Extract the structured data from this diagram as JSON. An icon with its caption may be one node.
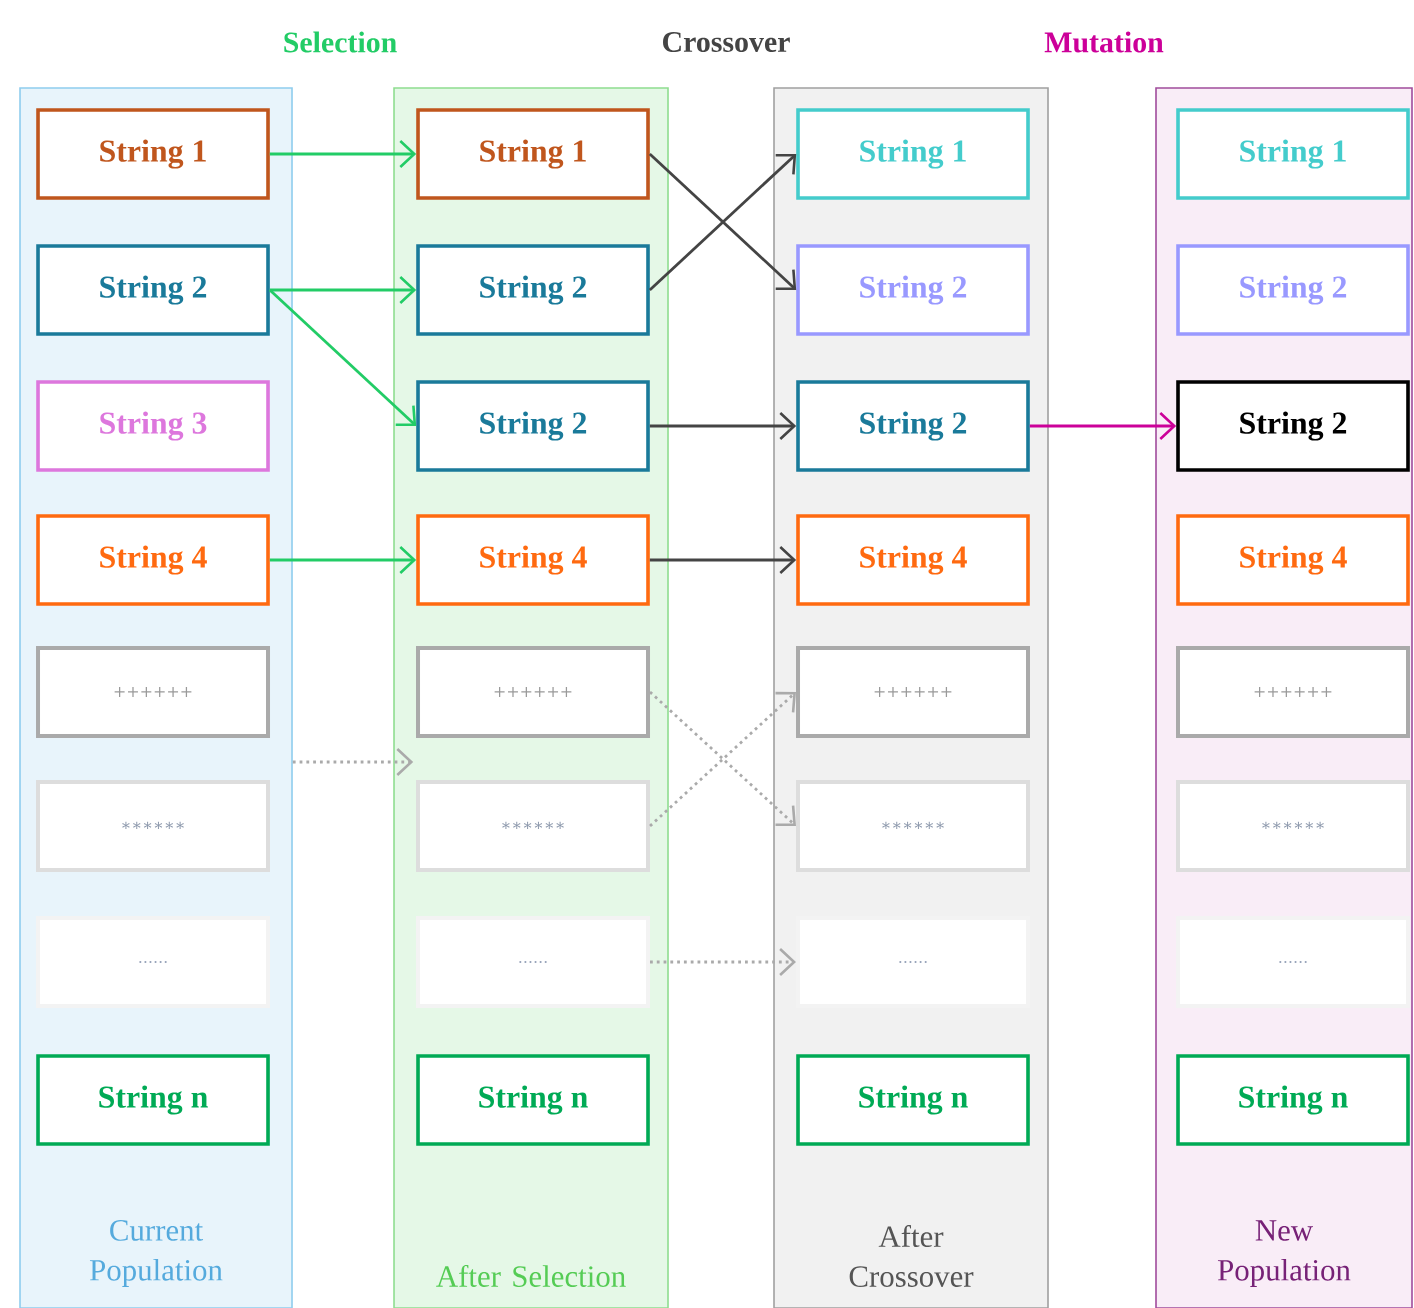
{
  "diagram": {
    "nodes": [
      {
        "text": [
          "Current Population"
        ]
      },
      {
        "text": [
          "String 1"
        ],
        "in": 0
      },
      {
        "text": [
          "String 2"
        ],
        "in": 0
      },
      {
        "text": [
          "String 3"
        ],
        "in": 0
      },
      {
        "text": [
          "String 4"
        ],
        "in": 0
      },
      {
        "text": [
          "++++++"
        ],
        "in": 0
      },
      {
        "text": [
          "∗∗∗∗∗∗"
        ],
        "in": 0
      },
      {
        "text": [
          "......"
        ],
        "in": 0
      },
      {
        "text": [
          "String n"
        ],
        "in": 0
      },
      {
        "text": [
          "After Selection"
        ]
      },
      {
        "text": [
          "String 1"
        ],
        "in": 9
      },
      {
        "text": [
          "String 2"
        ],
        "in": 9
      },
      {
        "text": [
          "String 2"
        ],
        "in": 9
      },
      {
        "text": [
          "String 4"
        ],
        "in": 9
      },
      {
        "text": [
          "++++++"
        ],
        "in": 9
      },
      {
        "text": [
          "∗∗∗∗∗∗"
        ],
        "in": 9
      },
      {
        "text": [
          "......"
        ],
        "in": 9
      },
      {
        "text": [
          "String n"
        ],
        "in": 9
      },
      {
        "text": [
          "After Crossover"
        ]
      },
      {
        "text": [
          "String 1"
        ],
        "in": 18
      },
      {
        "text": [
          "String 2"
        ],
        "in": 18
      },
      {
        "text": [
          "String 2"
        ],
        "in": 18
      },
      {
        "text": [
          "String 4"
        ],
        "in": 18
      },
      {
        "text": [
          "++++++"
        ],
        "in": 18
      },
      {
        "text": [
          "∗∗∗∗∗∗"
        ],
        "in": 18
      },
      {
        "text": [
          "......"
        ],
        "in": 18
      },
      {
        "text": [
          "String n"
        ],
        "in": 18
      },
      {
        "text": [
          "New Population"
        ]
      },
      {
        "text": [
          "String 1"
        ],
        "in": 27
      },
      {
        "text": [
          "String 2"
        ],
        "in": 27
      },
      {
        "text": [
          "String 2"
        ],
        "in": 27
      },
      {
        "text": [
          "String 4"
        ],
        "in": 27
      },
      {
        "text": [
          "++++++"
        ],
        "in": 27
      },
      {
        "text": [
          "∗∗∗∗∗∗"
        ],
        "in": 27
      },
      {
        "text": [
          "......"
        ],
        "in": 27
      },
      {
        "text": [
          "String n"
        ],
        "in": 27
      }
    ],
    "edges": [
      {
        "from": 1,
        "to": 10,
        "arrow": "to",
        "color": "#22cc66"
      },
      {
        "from": 2,
        "to": 11,
        "arrow": "to",
        "color": "#22cc66"
      },
      {
        "from": 2,
        "to": 12,
        "arrow": "to",
        "color": "#22cc66"
      },
      {
        "from": 4,
        "to": 13,
        "arrow": "to",
        "color": "#22cc66"
      },
      {
        "from": 0,
        "to": 9,
        "arrow": "to",
        "style": "dashed",
        "color": "#aaaaaa"
      },
      {
        "from": 10,
        "to": 20,
        "arrow": "to",
        "color": "#444444"
      },
      {
        "from": 11,
        "to": 19,
        "arrow": "to",
        "color": "#444444"
      },
      {
        "from": 12,
        "to": 21,
        "arrow": "to",
        "color": "#444444"
      },
      {
        "from": 13,
        "to": 22,
        "arrow": "to",
        "color": "#444444"
      },
      {
        "from": 14,
        "to": 24,
        "arrow": "to",
        "style": "dashed",
        "color": "#aaaaaa"
      },
      {
        "from": 15,
        "to": 23,
        "arrow": "to",
        "style": "dashed",
        "color": "#aaaaaa"
      },
      {
        "from": 16,
        "to": 25,
        "arrow": "to",
        "style": "dashed",
        "color": "#aaaaaa"
      },
      {
        "from": 21,
        "to": 30,
        "arrow": "to",
        "color": "#cc0099"
      }
    ],
    "labels": [
      "Selection",
      "Crossover",
      "Mutation"
    ]
  }
}
